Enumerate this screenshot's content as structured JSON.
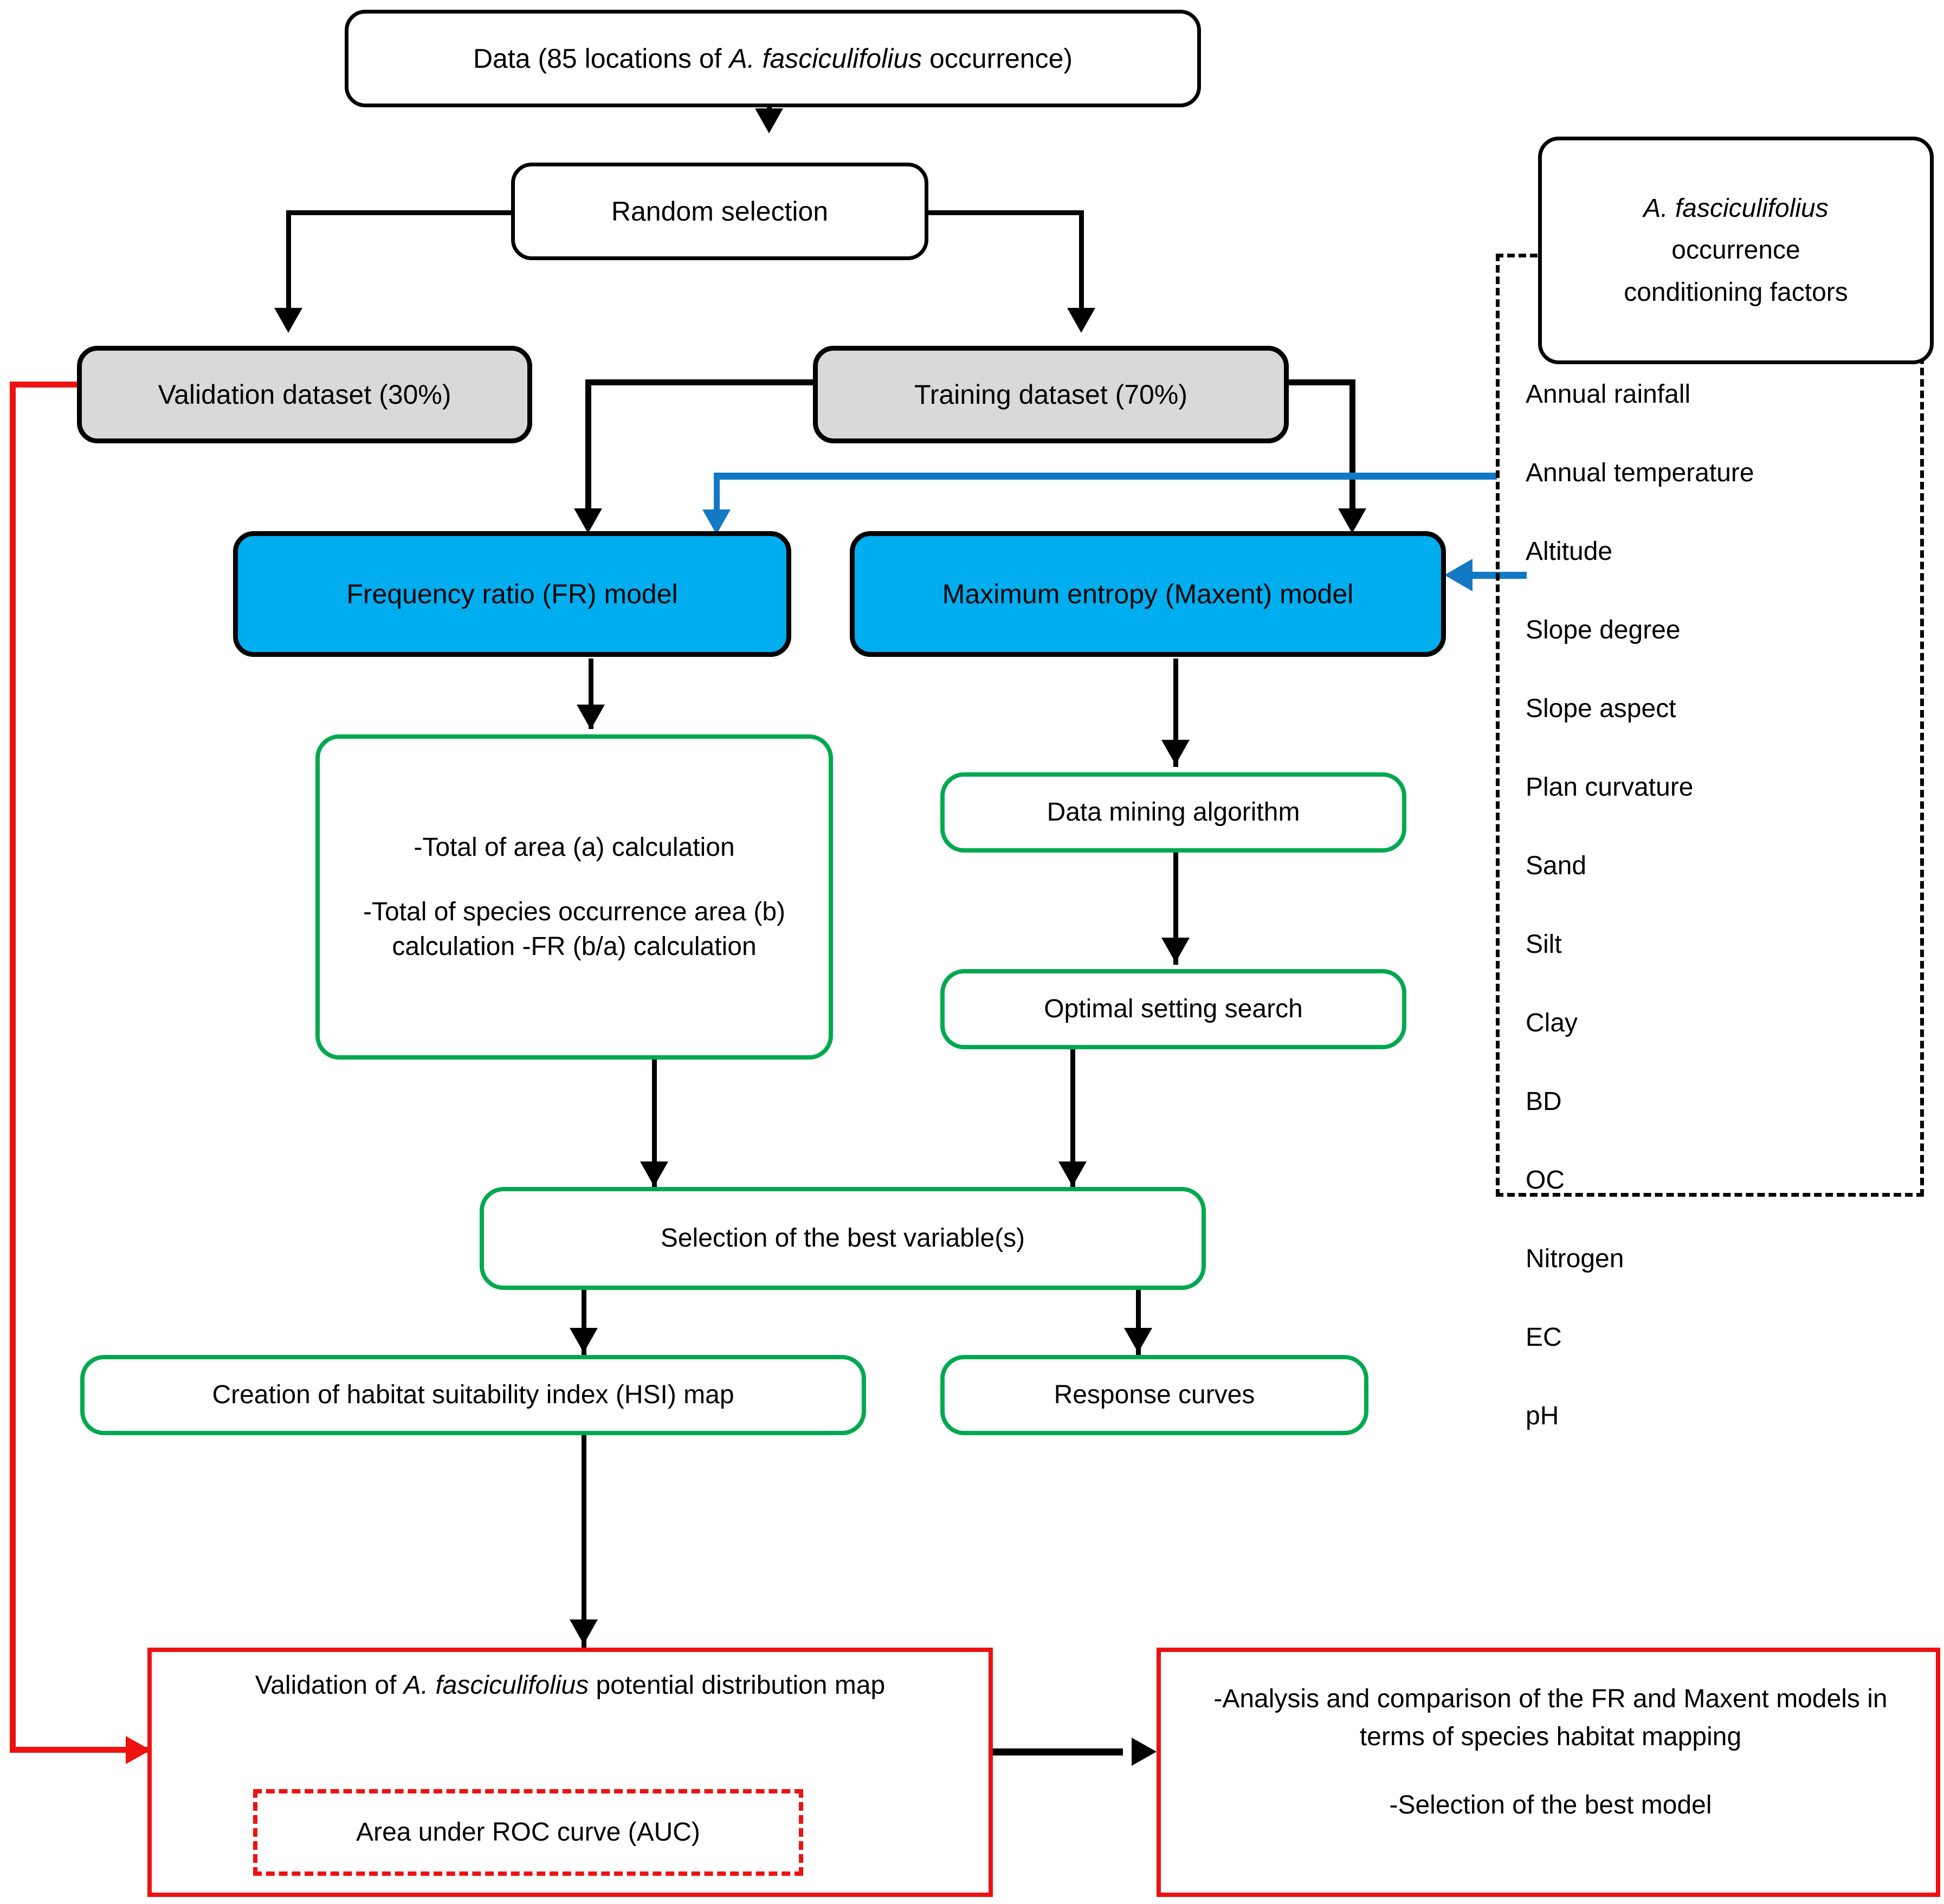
{
  "diagram": {
    "title": "Species distribution modelling workflow flowchart",
    "colors": {
      "model_box": "#00AEEF",
      "process_box": "#00A94F",
      "dataset_box": "#d9d9d9",
      "validation_path": "#EE1111",
      "factor_link": "#1379C4",
      "outline": "#000000"
    }
  },
  "nodes": {
    "data": {
      "label": "Data (85 locations of ",
      "species": "A. fasciculifolius",
      "label_end": " occurrence)"
    },
    "random_selection": {
      "label": "Random selection"
    },
    "validation_dataset": {
      "label": "Validation dataset (30%)"
    },
    "training_dataset": {
      "label": "Training dataset (70%)"
    },
    "fr_model": {
      "label": "Frequency ratio (FR) model"
    },
    "maxent_model": {
      "label": "Maximum entropy (Maxent) model"
    },
    "fr_calc": {
      "line1": "-Total of area (a) calculation",
      "line2": "-Total of species occurrence area (b) calculation -FR (b/a) calculation"
    },
    "data_mining": {
      "label": "Data mining algorithm"
    },
    "optimal_setting": {
      "label": "Optimal setting search"
    },
    "best_variables": {
      "label": "Selection of the best variable(s)"
    },
    "hsi_map": {
      "label": "Creation of habitat suitability index (HSI) map"
    },
    "response_curves": {
      "label": "Response curves"
    },
    "validation_box": {
      "label_start": "Validation of ",
      "species": "A. fasciculifolius",
      "label_end": " potential distribution map",
      "auc_label": "Area under ROC curve (AUC)"
    },
    "comparison_box": {
      "line1": "-Analysis and comparison of the FR and Maxent models in terms of species habitat mapping",
      "line2": "-Selection of the best model"
    }
  },
  "factors_panel": {
    "header_species": "A. fasciculifolius",
    "header_line2": "occurrence",
    "header_line3": "conditioning factors",
    "items": [
      "Annual rainfall",
      "Annual temperature",
      "Altitude",
      "Slope degree",
      "Slope aspect",
      "Plan curvature",
      "Sand",
      "Silt",
      "Clay",
      "BD",
      "OC",
      "Nitrogen",
      "EC",
      "pH"
    ]
  }
}
